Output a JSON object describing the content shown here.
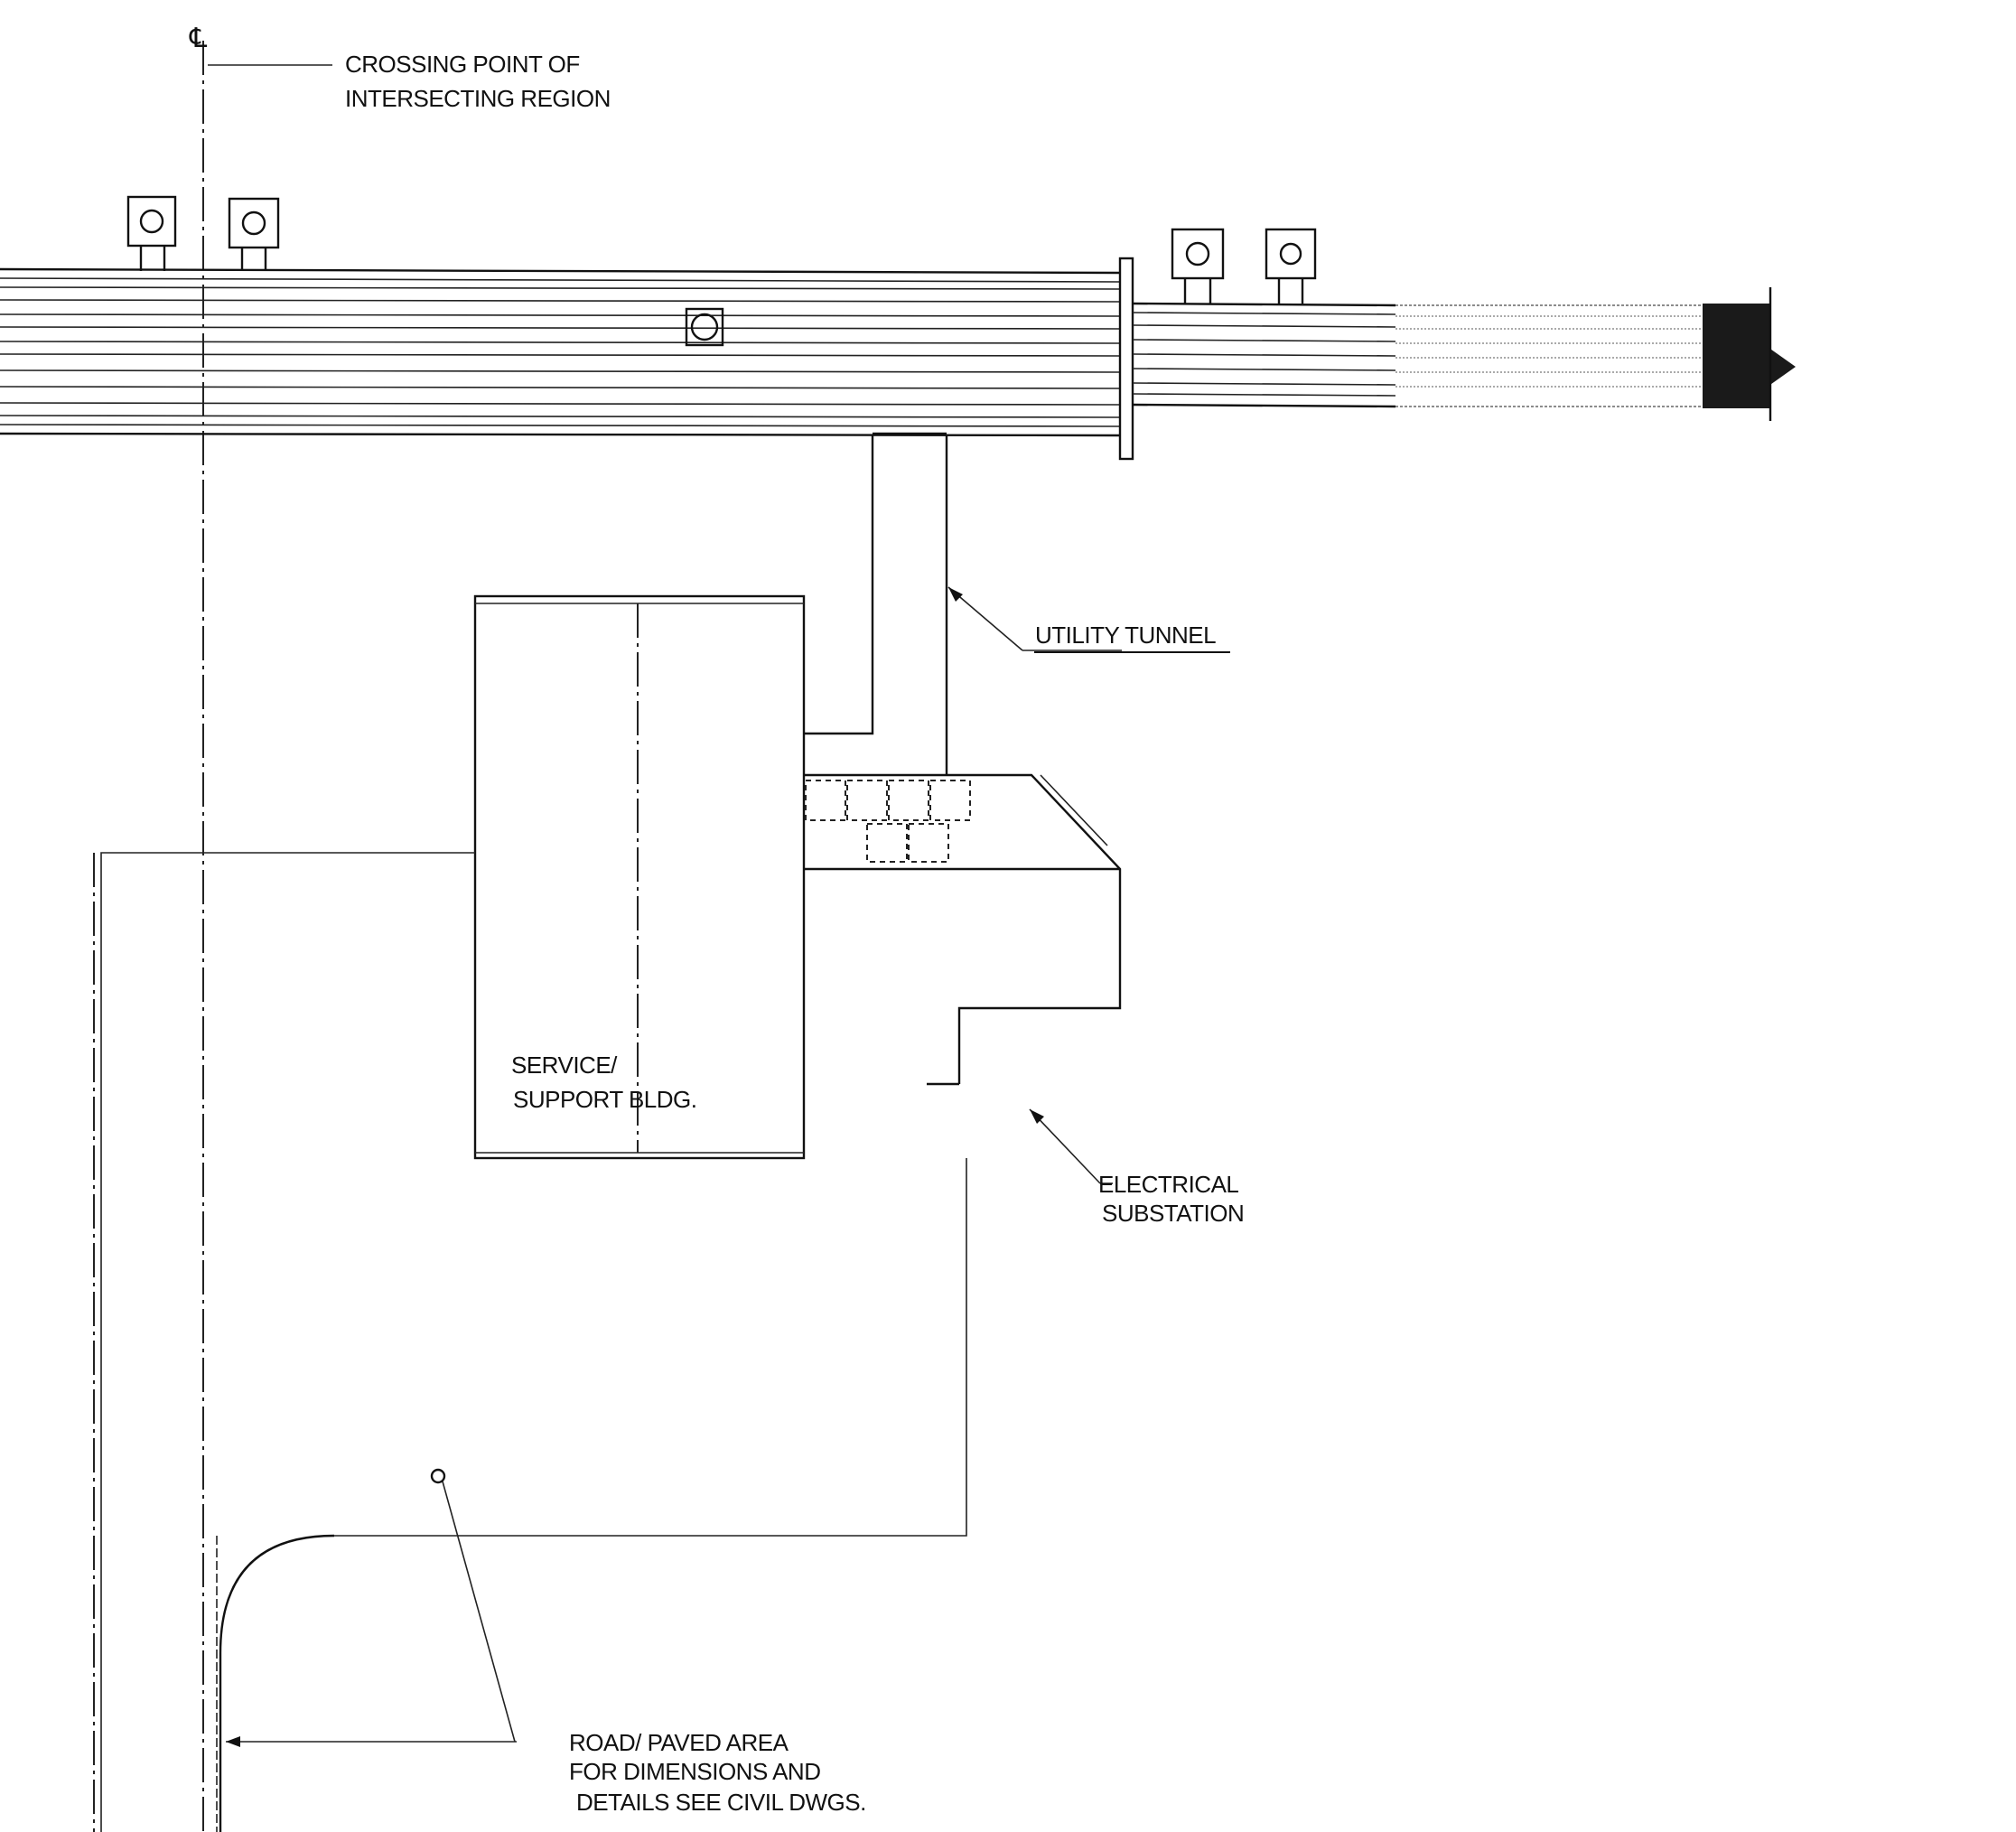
{
  "labels": {
    "centerline_symbol": "℄",
    "crossing_line1": "CROSSING POINT OF",
    "crossing_line2": "INTERSECTING REGION",
    "utility_tunnel": "UTILITY TUNNEL",
    "service_line1": "SERVICE/",
    "service_line2": "SUPPORT BLDG.",
    "electrical_line1": "ELECTRICAL",
    "electrical_line2": "SUBSTATION",
    "road_line1": "ROAD/ PAVED AREA",
    "road_line2": "FOR DIMENSIONS AND",
    "road_line3": "DETAILS SEE CIVIL DWGS."
  },
  "colors": {
    "ink": "#111111",
    "paper": "#ffffff"
  }
}
